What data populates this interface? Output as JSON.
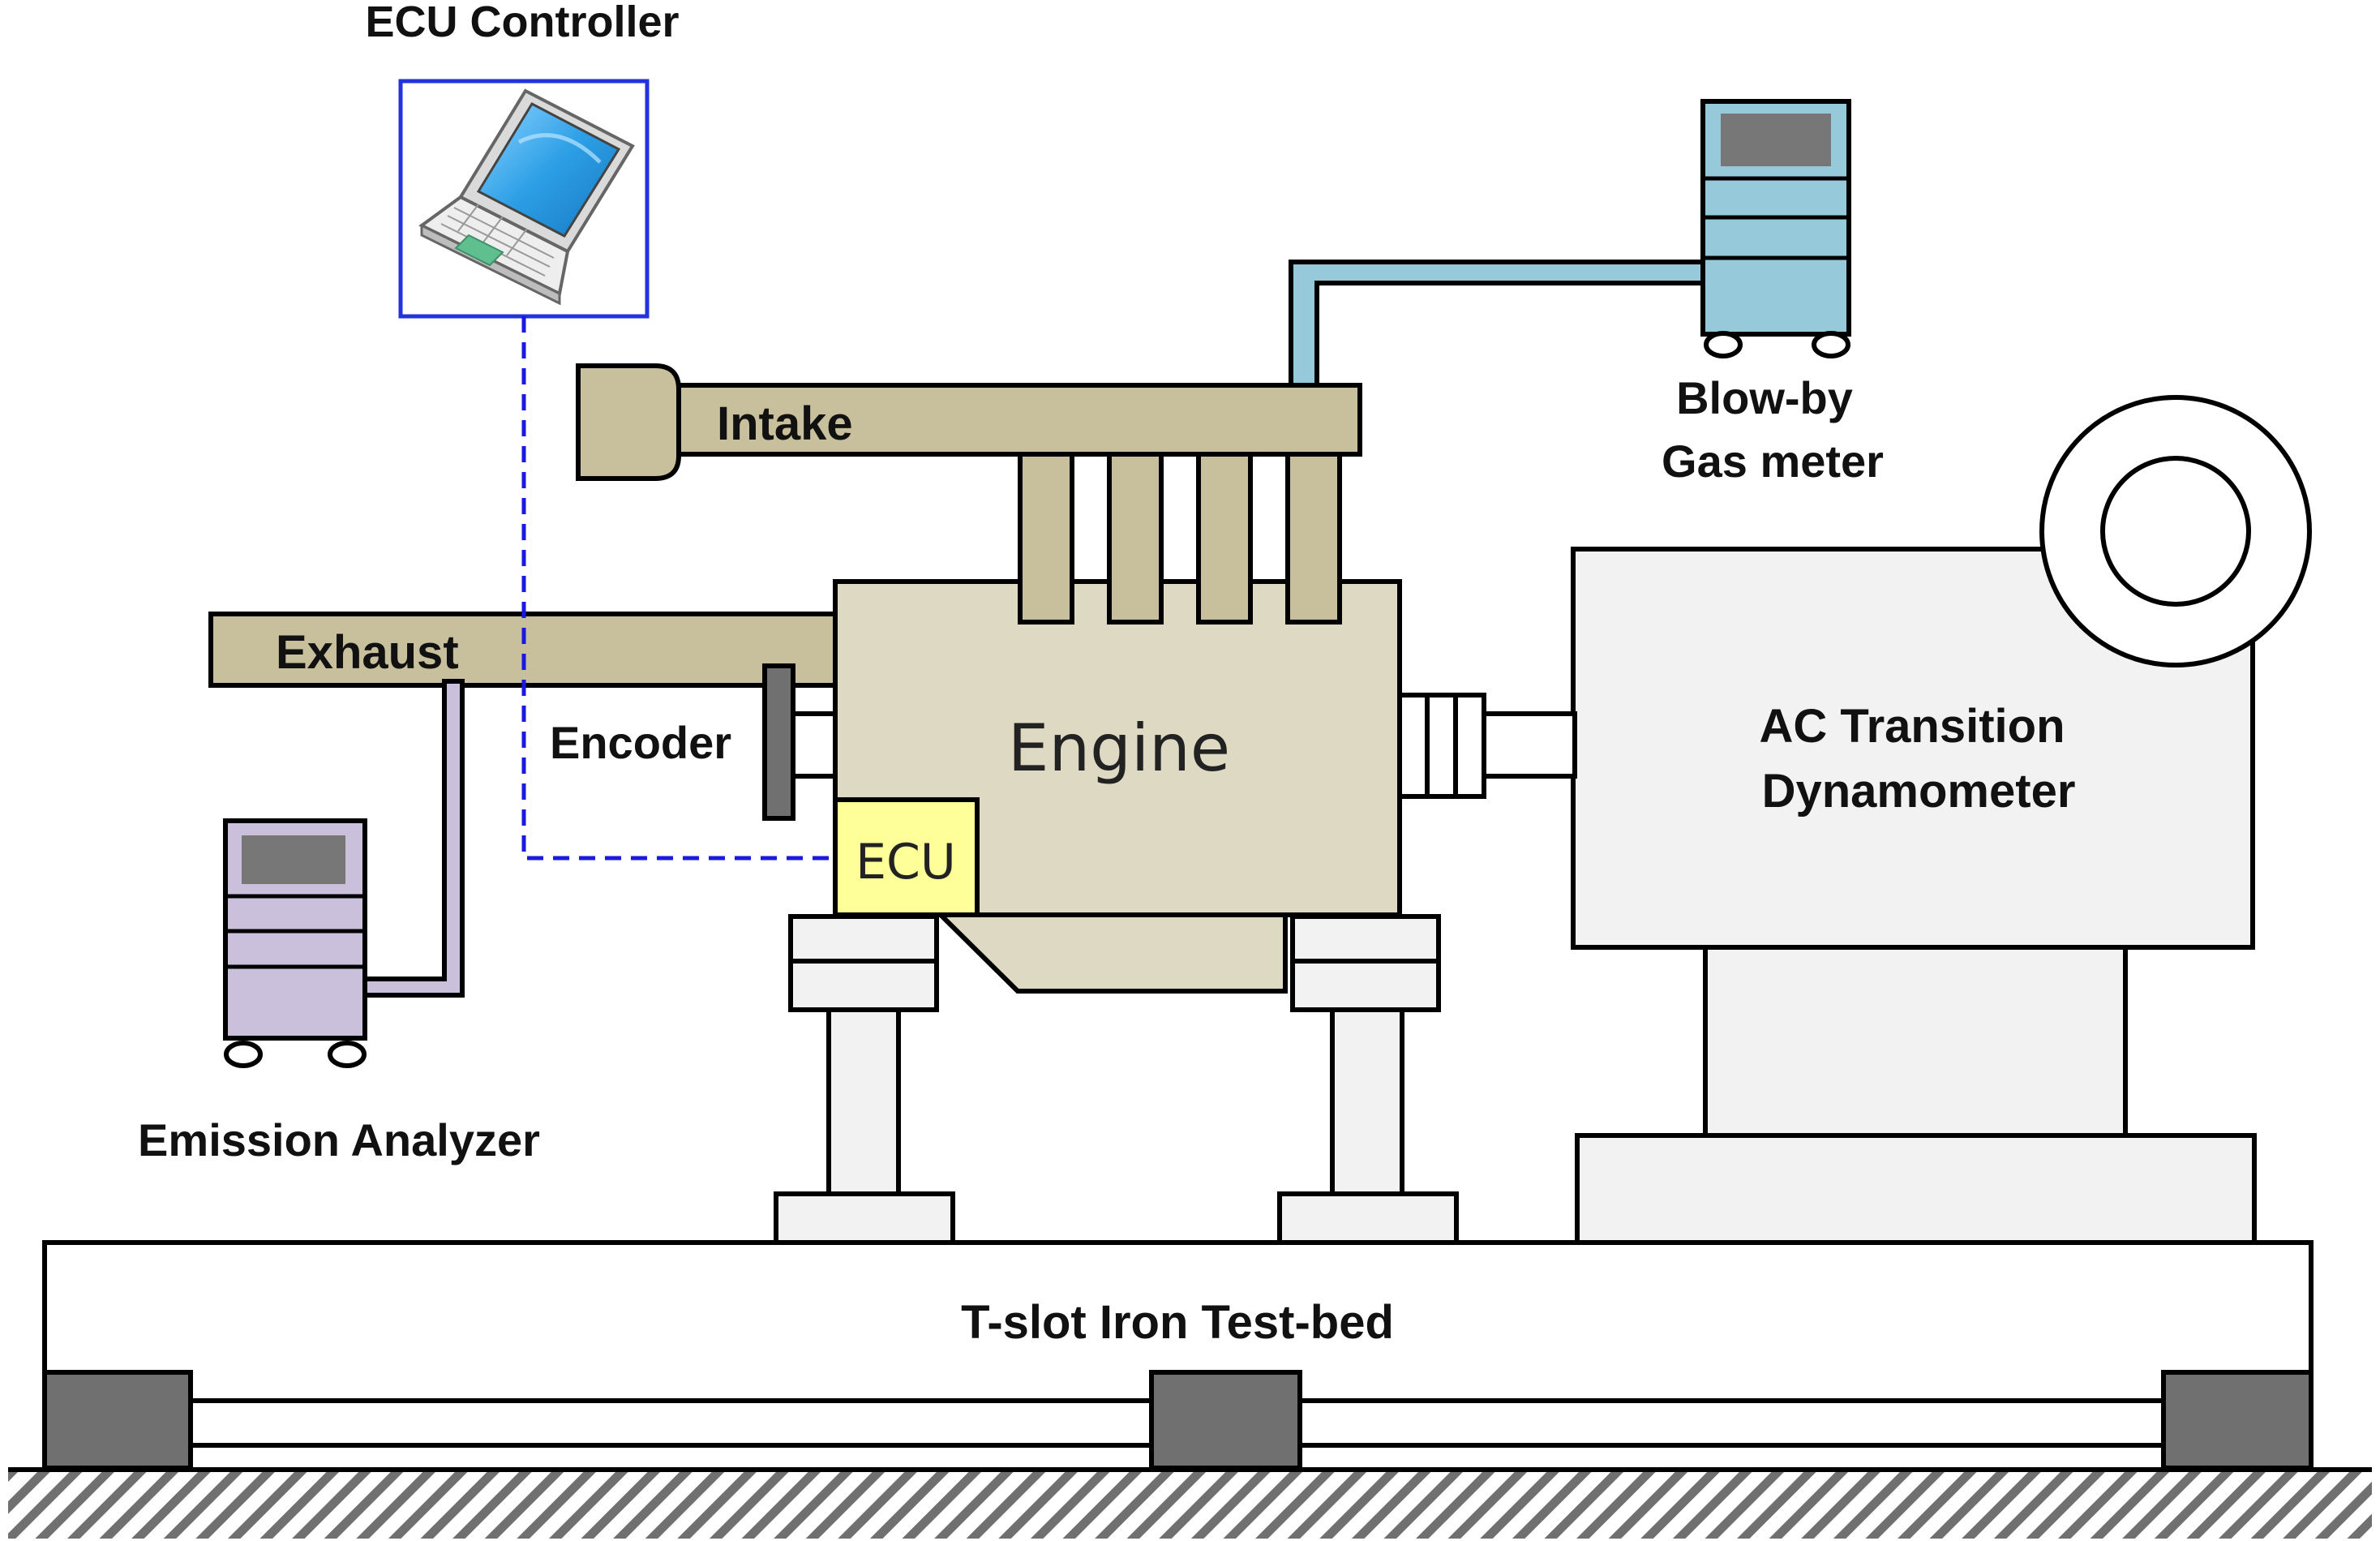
{
  "labels": {
    "ecu_controller": "ECU Controller",
    "blow_by_line1": "Blow-by",
    "blow_by_line2": "Gas meter",
    "intake": "Intake",
    "exhaust": "Exhaust",
    "encoder": "Encoder",
    "engine": "Engine",
    "ecu": "ECU",
    "dyno_line1": "AC Transition",
    "dyno_line2": "Dynamometer",
    "emission_analyzer": "Emission Analyzer",
    "test_bed": "T-slot Iron Test-bed"
  },
  "colors": {
    "manifold": "#c8bf9c",
    "engine_block": "#ddd9c2",
    "ecu_box": "#ffff99",
    "blow_by_meter": "#96cada",
    "emission_analyzer": "#cbc0dc",
    "dynamometer": "#f2f2f2",
    "screen": "#777777",
    "feet": "#707070",
    "signal_line": "#1a1adf",
    "controller_frame": "#2233dd",
    "laptop_screen": "#2c9fe6"
  },
  "icons": {
    "controller": "laptop-icon"
  }
}
